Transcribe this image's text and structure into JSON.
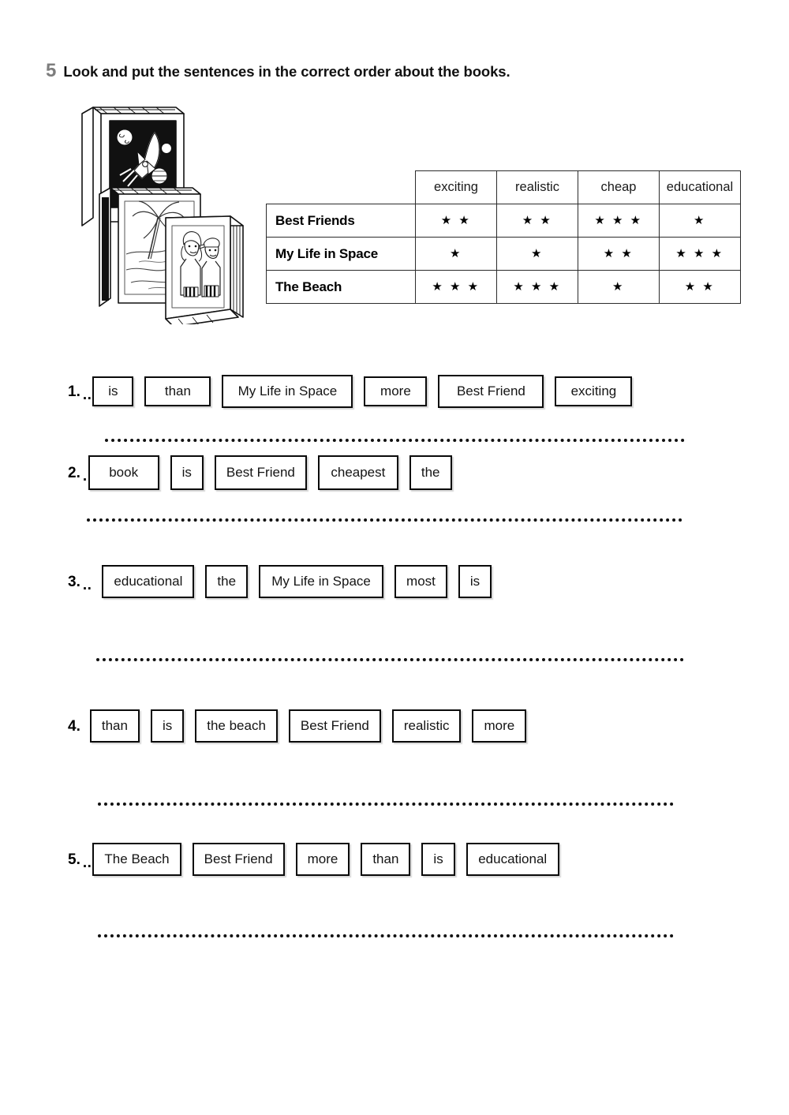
{
  "exercise": {
    "number": "5",
    "instruction": "Look and put the sentences in the correct order about the books."
  },
  "illustration": {
    "name": "three-books-stack",
    "books": [
      {
        "cover": "space-rocket-planets",
        "title_ref": "My Life in Space"
      },
      {
        "cover": "beach-palm-tree",
        "title_ref": "The Beach"
      },
      {
        "cover": "two-children-friends",
        "title_ref": "Best Friends"
      }
    ]
  },
  "table": {
    "corner_label": "",
    "columns": [
      "exciting",
      "realistic",
      "cheap",
      "educational"
    ],
    "rows": [
      {
        "book": "Best Friends",
        "stars": [
          "★ ★",
          "★ ★",
          "★ ★ ★",
          "★"
        ]
      },
      {
        "book": "My Life in Space",
        "stars": [
          "★",
          "★",
          "★ ★",
          "★ ★ ★"
        ]
      },
      {
        "book": "The Beach",
        "stars": [
          "★ ★ ★",
          "★ ★ ★",
          "★",
          "★ ★"
        ]
      }
    ],
    "ratings_numeric": {
      "Best Friends": {
        "exciting": 2,
        "realistic": 2,
        "cheap": 3,
        "educational": 1
      },
      "My Life in Space": {
        "exciting": 1,
        "realistic": 1,
        "cheap": 2,
        "educational": 3
      },
      "The Beach": {
        "exciting": 3,
        "realistic": 3,
        "cheap": 1,
        "educational": 2
      }
    }
  },
  "questions": [
    {
      "number": "1.",
      "lead_dots": "..",
      "words": [
        "is",
        "than",
        "My Life in Space",
        "more",
        "Best Friend",
        "exciting"
      ]
    },
    {
      "number": "2.",
      "lead_dots": ".",
      "words": [
        "book",
        "is",
        "Best Friend",
        "cheapest",
        "the"
      ]
    },
    {
      "number": "3.",
      "lead_dots": "..",
      "words": [
        "educational",
        "the",
        "My Life in Space",
        "most",
        "is"
      ]
    },
    {
      "number": "4.",
      "lead_dots": "",
      "words": [
        "than",
        "is",
        "the beach",
        "Best Friend",
        "realistic",
        "more"
      ]
    },
    {
      "number": "5.",
      "lead_dots": "..",
      "words": [
        "The Beach",
        "Best Friend",
        "more",
        "than",
        "is",
        "educational"
      ]
    }
  ],
  "colors": {
    "ink": "#000000",
    "exercise_number": "#7d7d7d",
    "box_border": "#0a0a0a",
    "table_border": "#2b2b2b",
    "page_background": "#ffffff"
  }
}
